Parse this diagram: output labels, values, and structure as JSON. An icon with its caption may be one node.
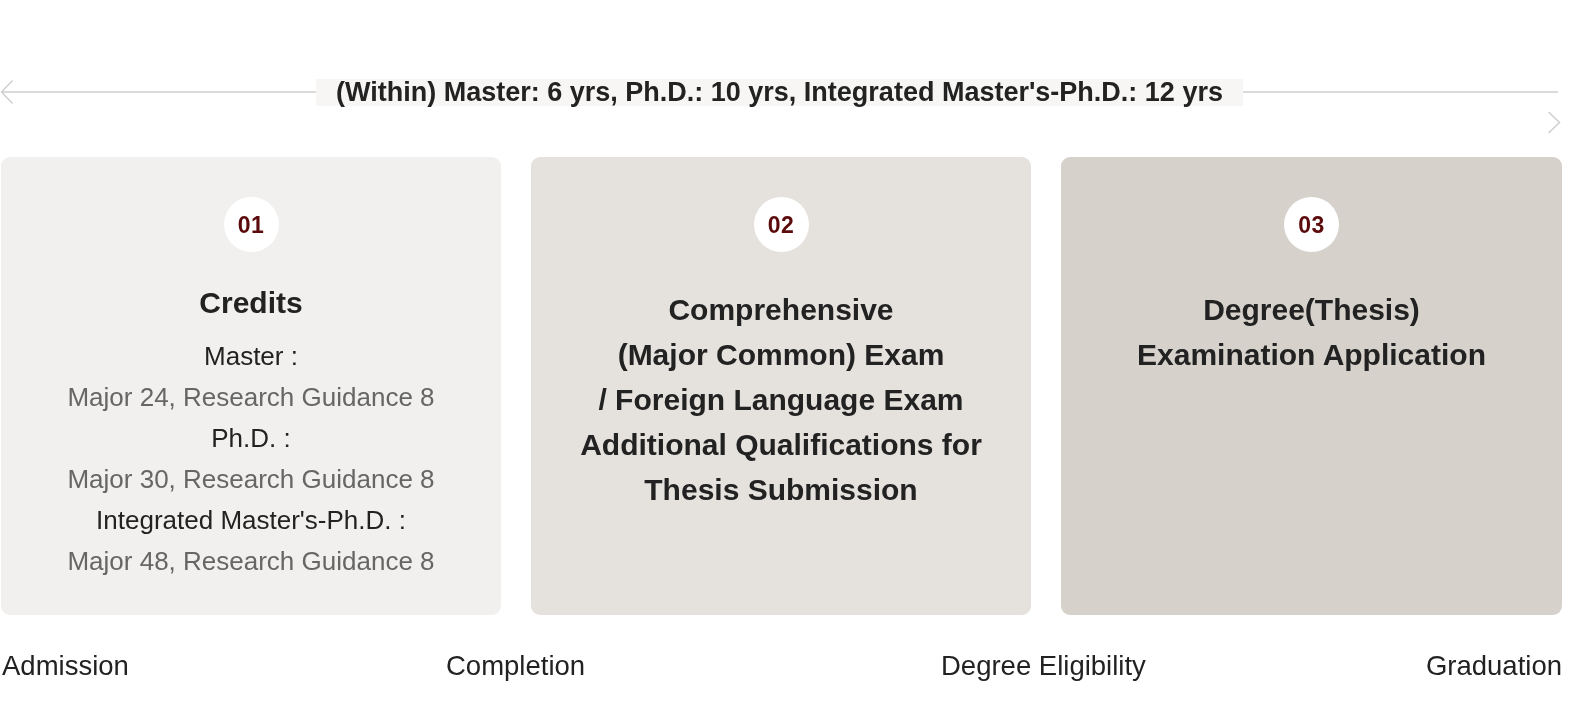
{
  "diagram": {
    "nodes": [
      {
        "text": [
          "Credits",
          "Master :",
          "Major 24, Research Guidance 8",
          "Ph.D. :",
          "Major 30, Research Guidance 8",
          "Integrated Master's-Ph.D. :",
          "Major 48, Research Guidance 8"
        ]
      },
      {
        "text": [
          "01"
        ],
        "in": 0
      },
      {
        "text": [
          "Comprehensive (Major Common) Exam / Foreign Language Exam Additional Qualifications for Thesis Submission"
        ]
      },
      {
        "text": [
          "02"
        ],
        "in": 2
      },
      {
        "text": [
          "Degree(Thesis) Examination Application"
        ]
      },
      {
        "text": [
          "03"
        ],
        "in": 4
      }
    ],
    "labels": [
      "(Within) Master: 6 yrs, Ph.D.: 10 yrs, Integrated Master's-Ph.D.: 12 yrs",
      "Admission",
      "Completion",
      "Degree Eligibility",
      "Graduation"
    ]
  }
}
